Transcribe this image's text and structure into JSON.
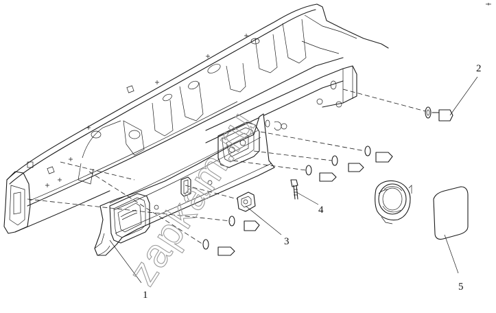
{
  "diagram": {
    "callouts": [
      {
        "id": "1",
        "label": "1"
      },
      {
        "id": "2",
        "label": "2"
      },
      {
        "id": "3",
        "label": "3"
      },
      {
        "id": "4",
        "label": "4"
      },
      {
        "id": "5",
        "label": "5"
      }
    ]
  },
  "watermark": {
    "text": "zapkam.ru"
  },
  "colors": {
    "line": "#1a1a1a",
    "background": "#ffffff",
    "watermark": "#9a9a9a"
  }
}
